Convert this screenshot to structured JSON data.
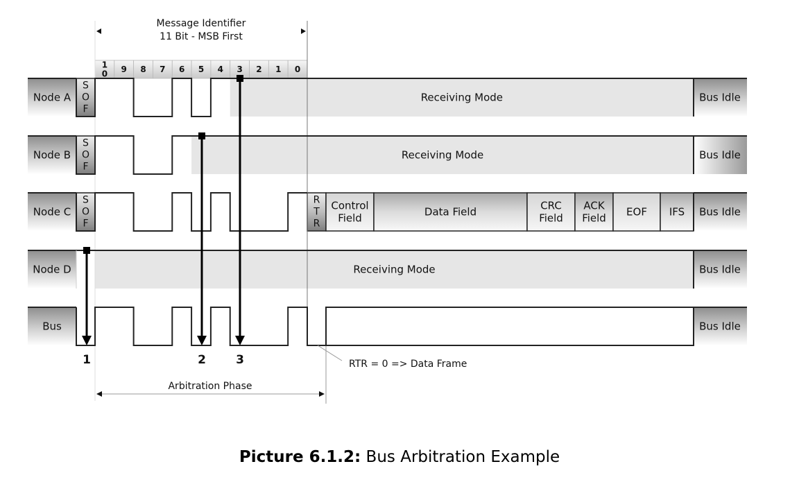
{
  "header": {
    "identifier_line1": "Message Identifier",
    "identifier_line2": "11 Bit - MSB First",
    "bit_labels": [
      "1\n0",
      "9",
      "8",
      "7",
      "6",
      "5",
      "4",
      "3",
      "2",
      "1",
      "0"
    ]
  },
  "nodes": [
    {
      "id": "node-a",
      "label": "Node A",
      "sof": "SOF",
      "bits_sent": [
        1,
        1,
        0,
        0,
        1,
        0,
        1
      ],
      "lost_at_bit_index": 7,
      "mode_label": "Receiving Mode",
      "idle_label": "Bus Idle",
      "arrow_marker": "3"
    },
    {
      "id": "node-b",
      "label": "Node B",
      "sof": "SOF",
      "bits_sent": [
        1,
        1,
        0,
        0,
        1
      ],
      "lost_at_bit_index": 5,
      "mode_label": "Receiving Mode",
      "idle_label": "Bus Idle",
      "arrow_marker": "2"
    },
    {
      "id": "node-c",
      "label": "Node C",
      "sof": "SOF",
      "bits_sent": [
        1,
        1,
        0,
        0,
        1,
        0,
        1,
        0,
        0,
        0,
        1
      ],
      "winner": true,
      "rtr_label": "RTR",
      "frame_fields": [
        "Control\nField",
        "Data Field",
        "CRC\nField",
        "ACK\nField",
        "EOF",
        "IFS"
      ],
      "idle_label": "Bus Idle"
    },
    {
      "id": "node-d",
      "label": "Node D",
      "lost_at_sof": true,
      "mode_label": "Receiving Mode",
      "idle_label": "Bus Idle",
      "arrow_marker": "1"
    }
  ],
  "bus": {
    "label": "Bus",
    "bits": [
      1,
      1,
      0,
      0,
      1,
      0,
      1,
      0,
      0,
      0,
      1
    ],
    "rtr_bit": 0,
    "idle_label": "Bus Idle"
  },
  "markers": [
    "1",
    "2",
    "3"
  ],
  "annotations": {
    "rtr_note": "RTR = 0 => Data Frame",
    "arbitration_phase": "Arbitration Phase"
  },
  "caption": {
    "bold": "Picture 6.1.2:",
    "text": " Bus Arbitration Example"
  }
}
